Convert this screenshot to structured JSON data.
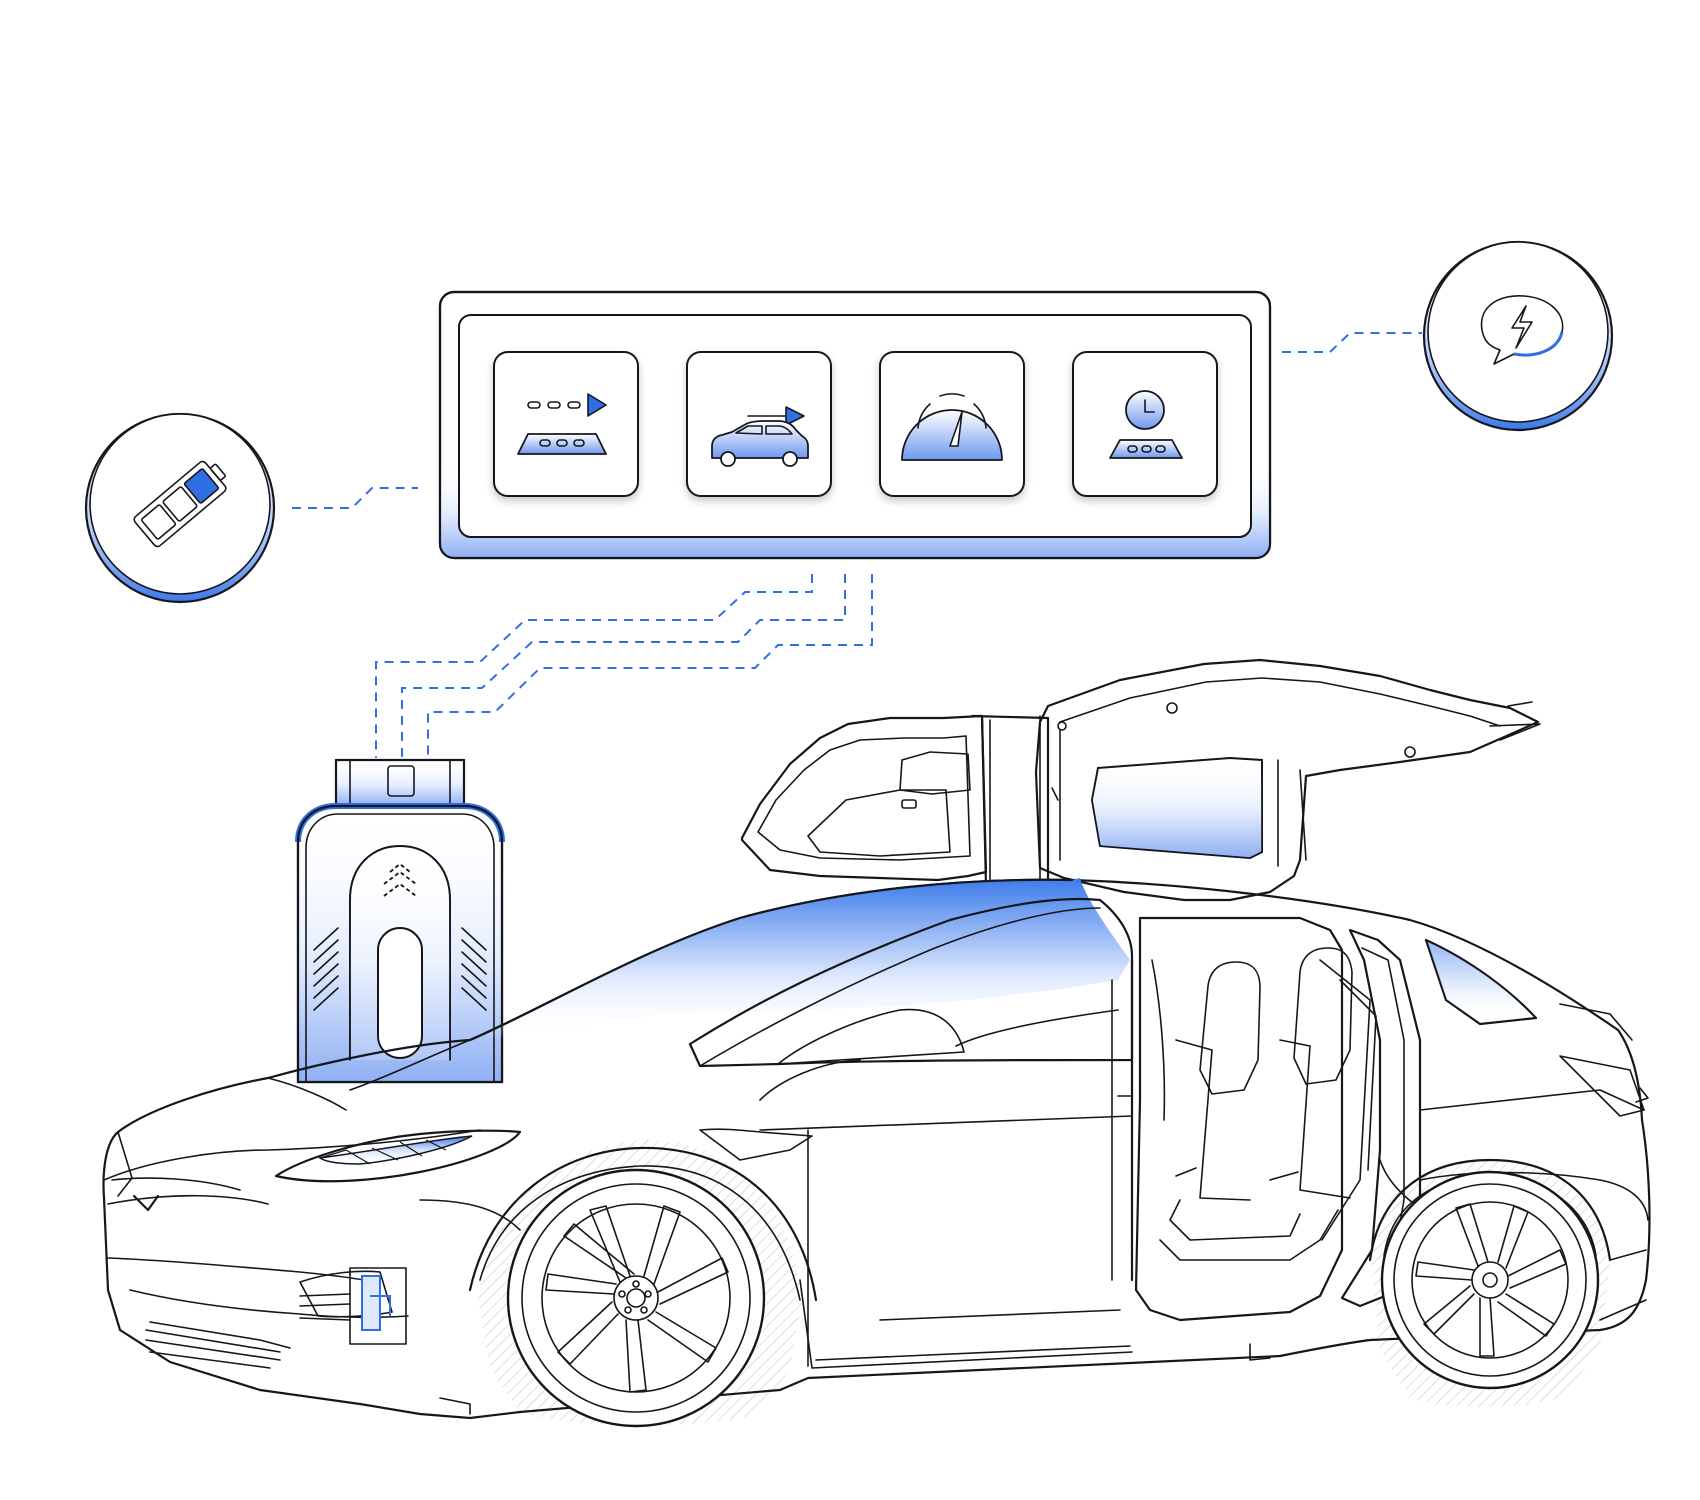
{
  "colors": {
    "accent": "#2f6fe4",
    "accent_light": "#dfe9fd",
    "line": "#16161d",
    "background": "#ffffff"
  },
  "panel": {
    "name": "feature-panel",
    "buttons": [
      {
        "name": "route-forward-button",
        "icon": "dashed-arrow-over-pad-icon"
      },
      {
        "name": "car-drive-button",
        "icon": "car-with-arrow-icon"
      },
      {
        "name": "speedometer-button",
        "icon": "speedometer-gauge-icon"
      },
      {
        "name": "scheduled-charge-button",
        "icon": "clock-over-pad-icon"
      }
    ]
  },
  "badges": [
    {
      "name": "battery-badge",
      "icon": "battery-icon"
    },
    {
      "name": "alert-message-badge",
      "icon": "speech-bubble-lightning-icon"
    }
  ],
  "device": {
    "name": "obd-adapter",
    "icon": "chevron-up-pattern-icon"
  },
  "vehicle": {
    "name": "suv-falcon-wing-doors",
    "icon": "electric-suv-illustration"
  }
}
